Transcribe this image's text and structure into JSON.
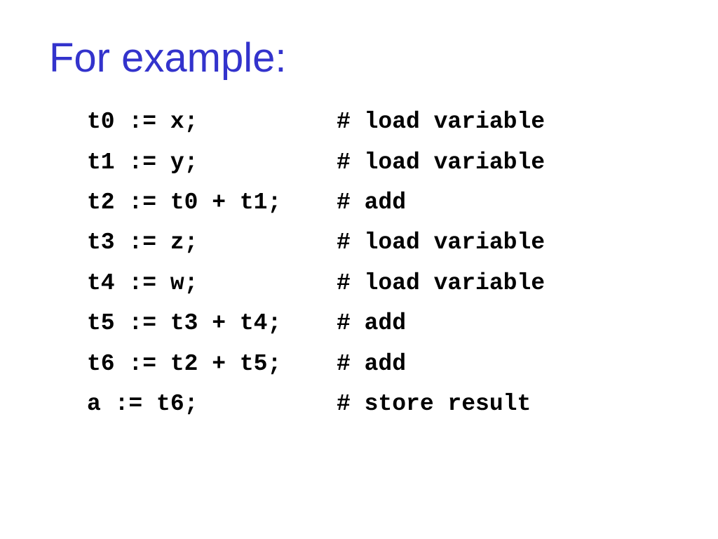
{
  "slide": {
    "title": "For example:",
    "title_color": "#3333cc",
    "code_lines": [
      {
        "stmt": "t0 := x;",
        "comment": "# load variable"
      },
      {
        "stmt": "t1 := y;",
        "comment": "# load variable"
      },
      {
        "stmt": "t2 := t0 + t1;",
        "comment": "# add"
      },
      {
        "stmt": "t3 := z;",
        "comment": "# load variable"
      },
      {
        "stmt": "t4 := w;",
        "comment": "# load variable"
      },
      {
        "stmt": "t5 := t3 + t4;",
        "comment": "# add"
      },
      {
        "stmt": "t6 := t2 + t5;",
        "comment": "# add"
      },
      {
        "stmt": "a := t6;",
        "comment": "# store result"
      }
    ]
  }
}
